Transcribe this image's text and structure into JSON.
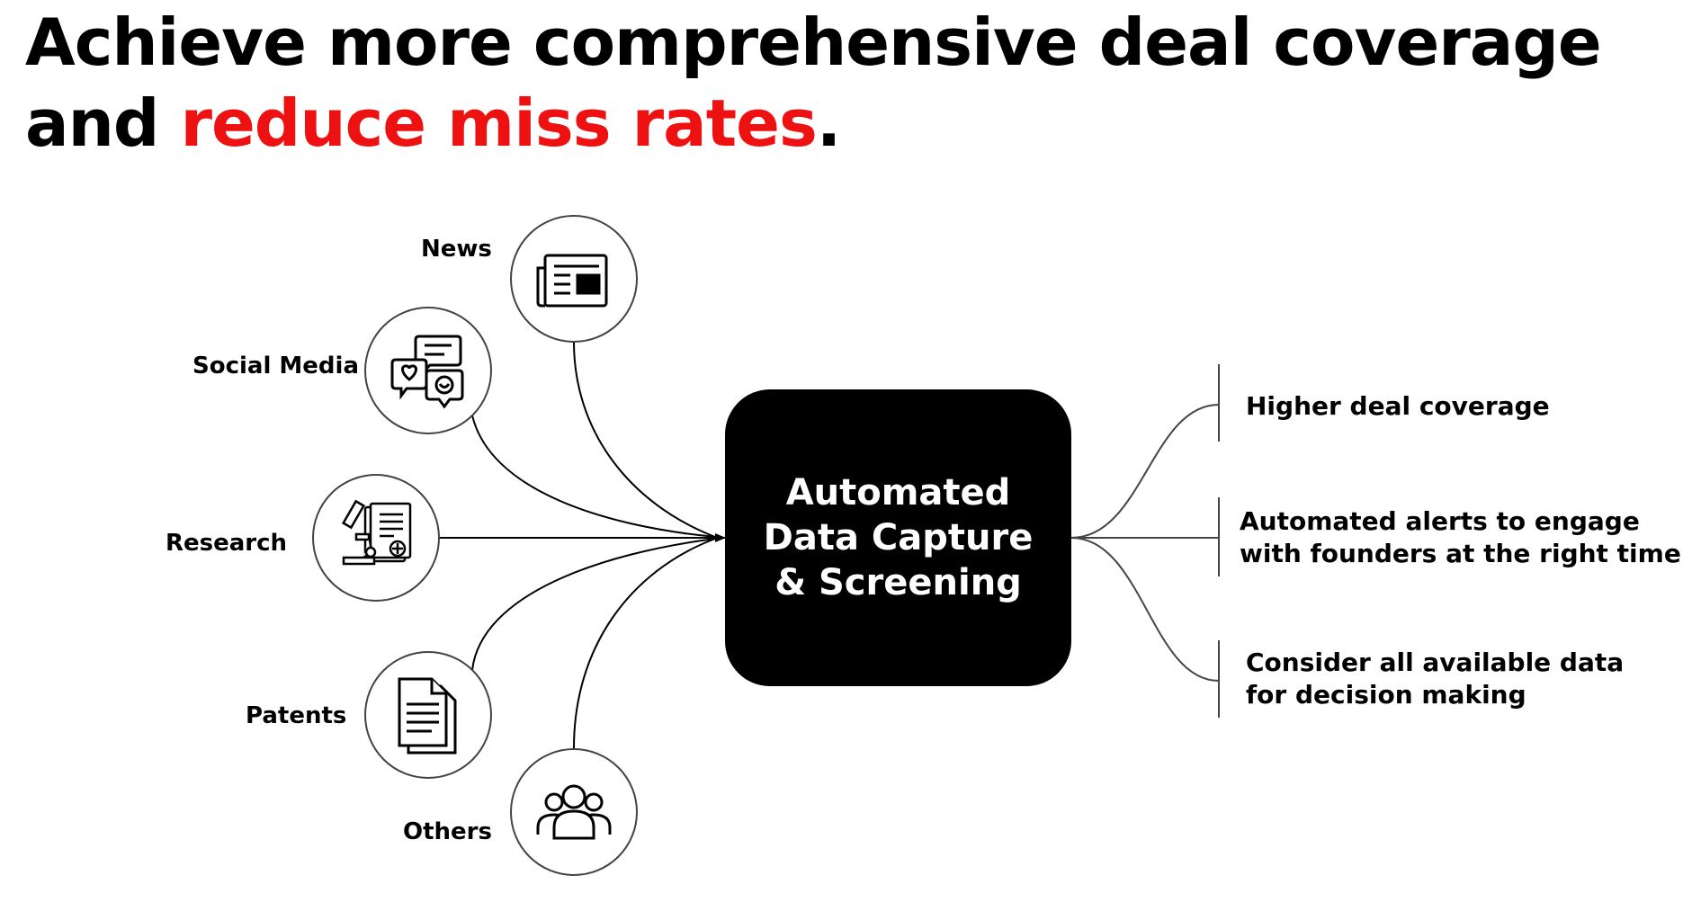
{
  "headline": {
    "line1": "Achieve more comprehensive deal coverage",
    "line2_prefix": "and ",
    "line2_highlight": "reduce miss rates",
    "line2_suffix": "."
  },
  "colors": {
    "accent": "#ee1111",
    "hub_bg": "#000000",
    "hub_text": "#ffffff",
    "line": "#000000"
  },
  "sources": [
    {
      "label": "News",
      "icon": "newspaper-icon"
    },
    {
      "label": "Social Media",
      "icon": "chat-bubbles-icon"
    },
    {
      "label": "Research",
      "icon": "microscope-document-icon"
    },
    {
      "label": "Patents",
      "icon": "documents-icon"
    },
    {
      "label": "Others",
      "icon": "group-icon"
    }
  ],
  "hub": {
    "line1": "Automated",
    "line2": "Data Capture",
    "line3": "& Screening"
  },
  "outcomes": [
    {
      "line1": "Higher deal coverage",
      "line2": ""
    },
    {
      "line1": "Automated alerts to engage",
      "line2": "with founders at the right time"
    },
    {
      "line1": "Consider all available data",
      "line2": "for decision making"
    }
  ]
}
